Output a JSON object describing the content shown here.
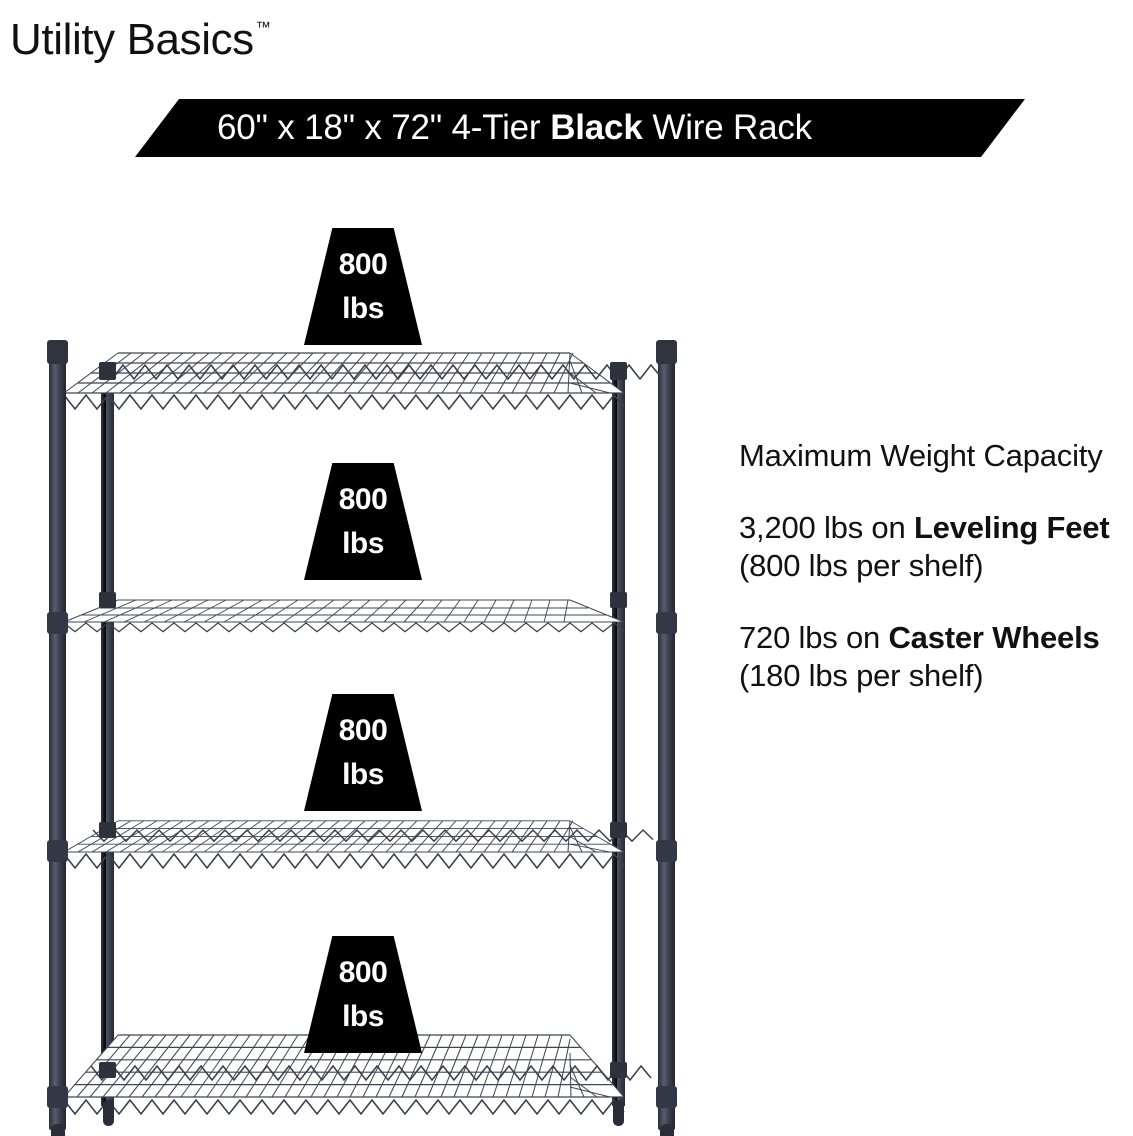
{
  "brand": {
    "name": "Utility Basics",
    "trademark": "™"
  },
  "banner": {
    "prefix": "60\" x 18\" x 72\" 4-Tier",
    "emphasis": "Black",
    "suffix": "Wire Rack",
    "background_color": "#000000",
    "text_color": "#ffffff"
  },
  "product": {
    "illustration_name": "4-tier black wire shelving rack",
    "frame_color": "#3a3f4b",
    "tier_count": 4
  },
  "badges": [
    {
      "value": "800",
      "unit": "lbs",
      "shelf": 1
    },
    {
      "value": "800",
      "unit": "lbs",
      "shelf": 2
    },
    {
      "value": "800",
      "unit": "lbs",
      "shelf": 3
    },
    {
      "value": "800",
      "unit": "lbs",
      "shelf": 4
    }
  ],
  "capacity": {
    "heading": "Maximum Weight Capacity",
    "leveling": {
      "amount": "3,200 lbs on",
      "bold": "Leveling Feet",
      "detail": "(800 lbs per shelf)"
    },
    "caster": {
      "amount": "720 lbs on",
      "bold": "Caster Wheels",
      "detail": "(180 lbs per shelf)"
    }
  }
}
